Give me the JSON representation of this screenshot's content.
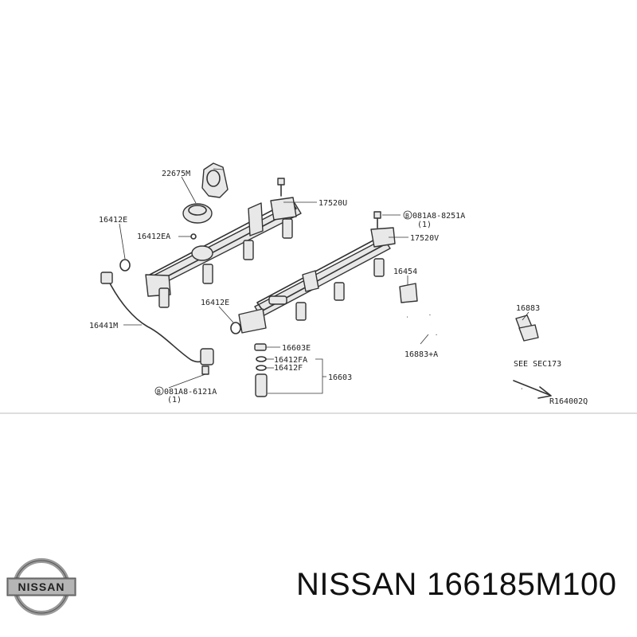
{
  "labels": {
    "l_22675M": "22675M",
    "l_17520U": "17520U",
    "l_16412E_top": "16412E",
    "l_16412EA": "16412EA",
    "l_081A8_8251A": "081A8-8251A",
    "l_qty_1_top": "(1)",
    "l_17520V": "17520V",
    "l_16454": "16454",
    "l_16883": "16883",
    "l_16441M": "16441M",
    "l_16412E_mid": "16412E",
    "l_16603E": "16603E",
    "l_16412FA": "16412FA",
    "l_16412F": "16412F",
    "l_16603": "16603",
    "l_16883A": "16883+A",
    "l_081A8_6121A": "081A8-6121A",
    "l_qty_1_bottom": "(1)",
    "l_see_sec": "SEE SEC173",
    "l_ref": "R164002Q",
    "l_bolt_B_top": "B",
    "l_bolt_B_bottom": "B"
  },
  "caption": {
    "brand": "NISSAN",
    "part_number": "166185M100"
  },
  "logo": {
    "text": "NISSAN"
  }
}
